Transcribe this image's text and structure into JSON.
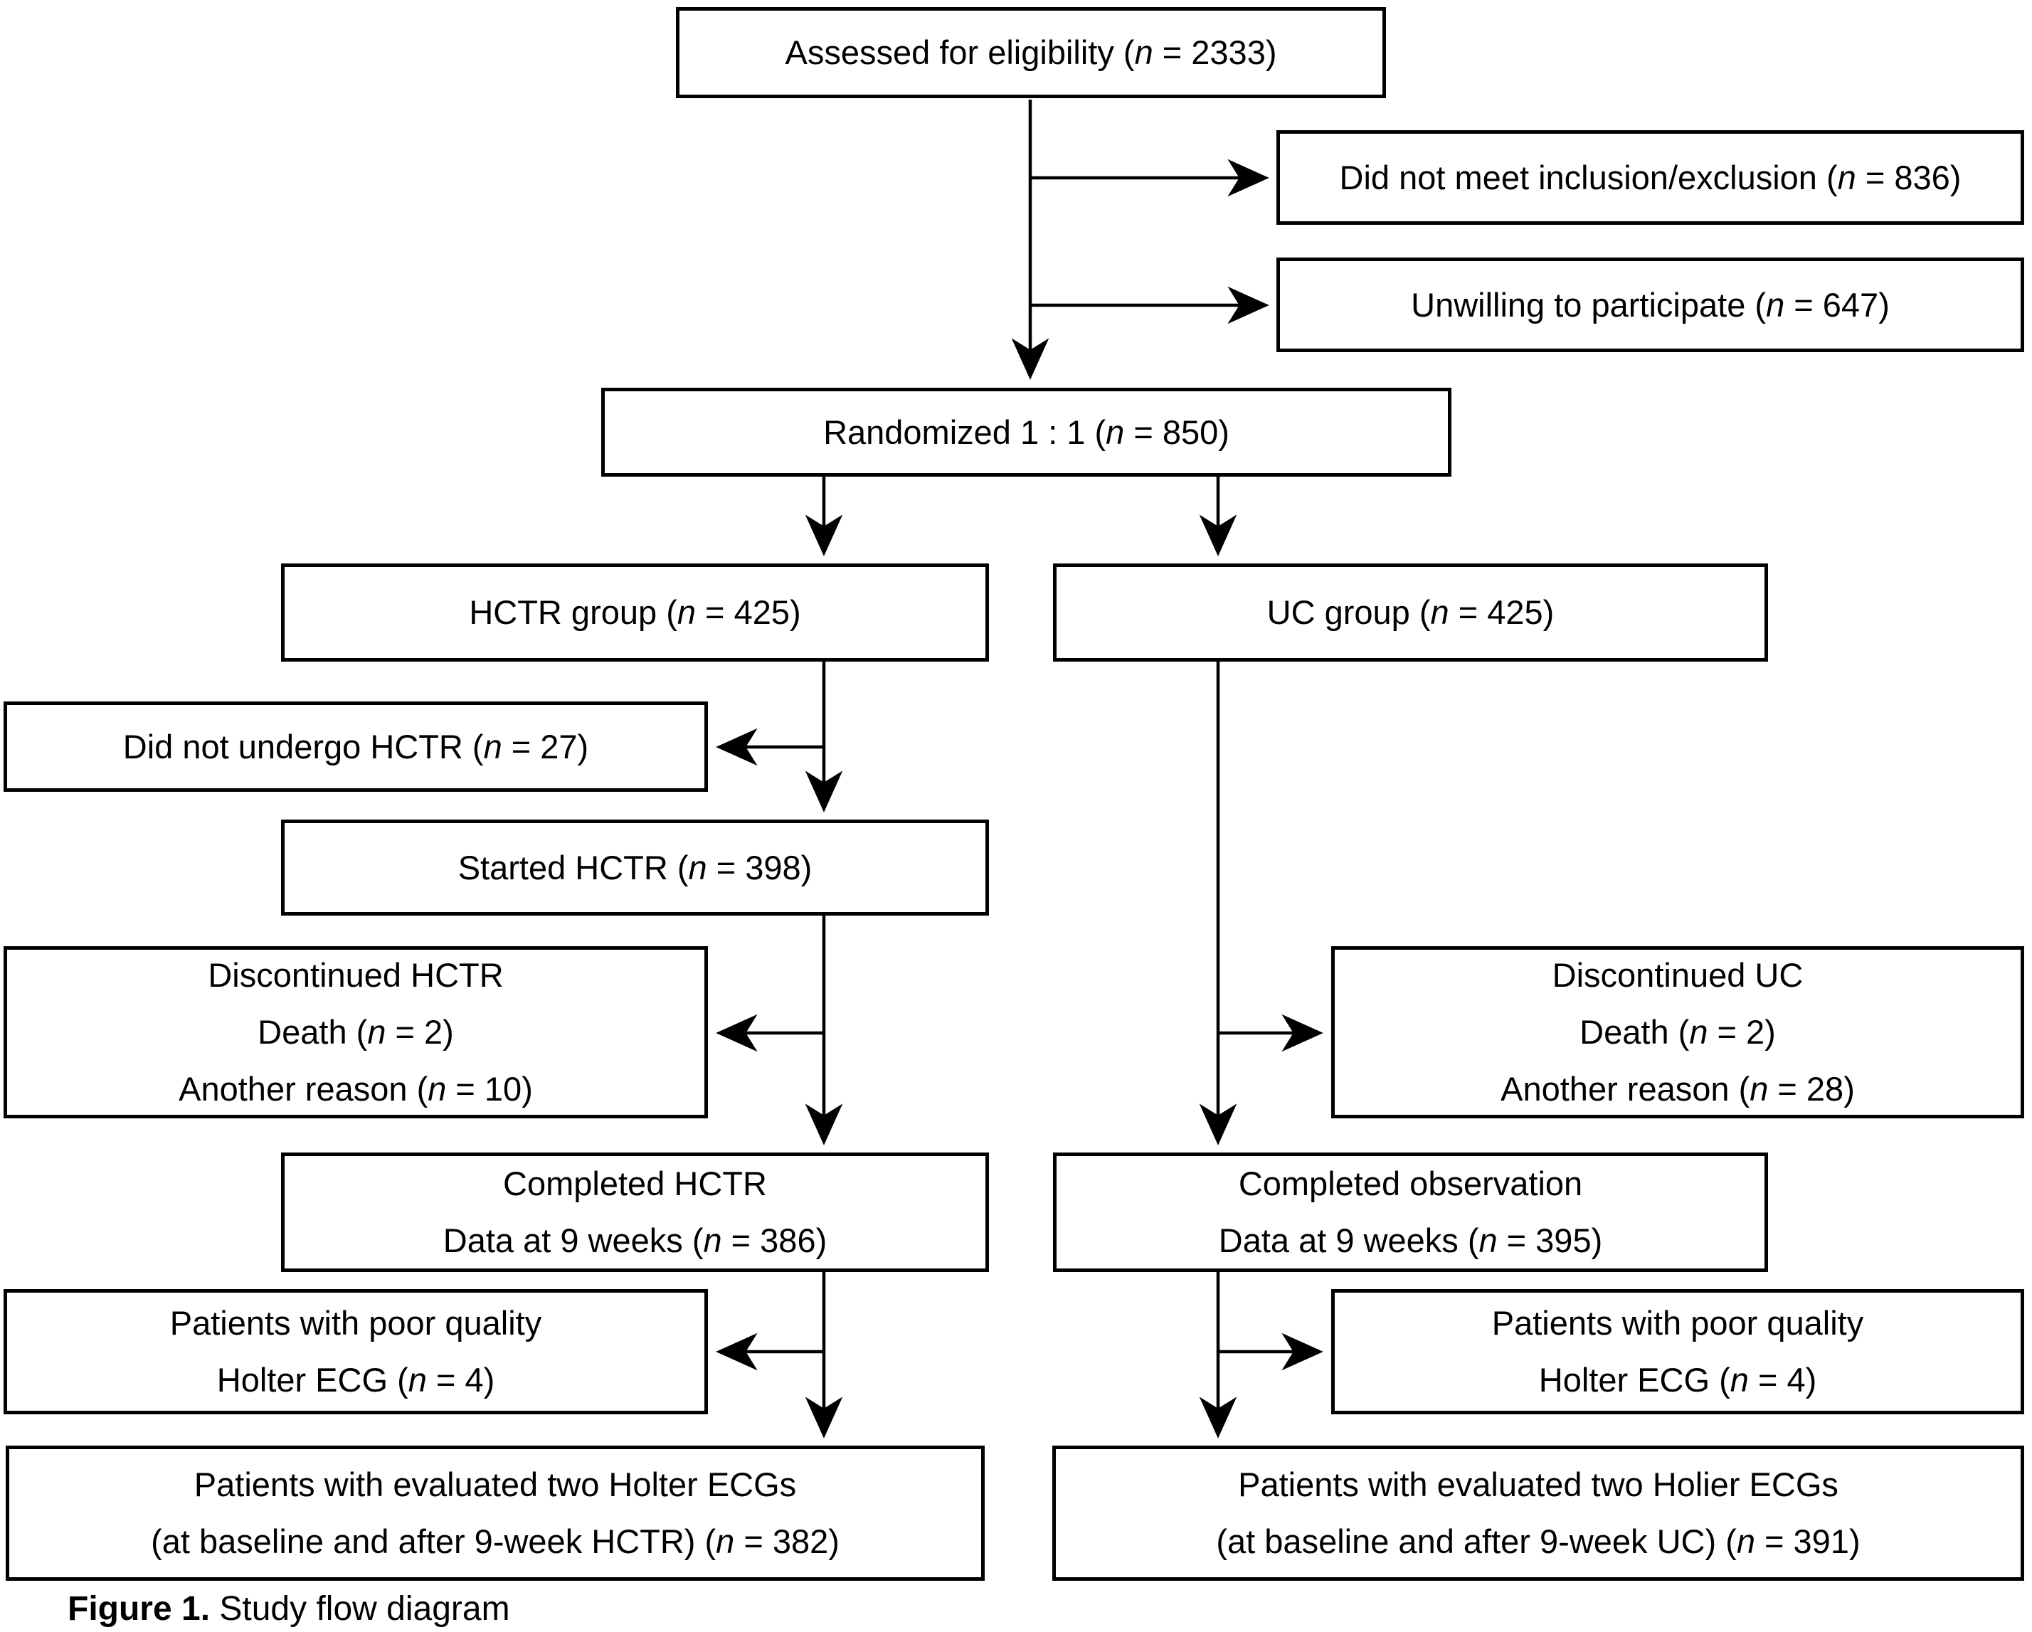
{
  "figure": {
    "caption": {
      "bold": "Figure 1.",
      "rest": " Study flow diagram"
    }
  },
  "colors": {
    "background": "#ffffff",
    "box_border": "#000000",
    "line": "#000000",
    "text": "#000000"
  },
  "boxes": {
    "assessed": {
      "lines": [
        {
          "pre": "Assessed for eligibility (",
          "var": "n",
          "post": " = 2333)"
        }
      ]
    },
    "not_meet": {
      "lines": [
        {
          "pre": "Did not meet inclusion/exclusion (",
          "var": "n",
          "post": " = 836)"
        }
      ]
    },
    "unwilling": {
      "lines": [
        {
          "pre": "Unwilling to participate (",
          "var": "n",
          "post": " = 647)"
        }
      ]
    },
    "randomized": {
      "lines": [
        {
          "pre": "Randomized 1 : 1 (",
          "var": "n",
          "post": " = 850)"
        }
      ]
    },
    "hctr_group": {
      "lines": [
        {
          "pre": "HCTR group (",
          "var": "n",
          "post": " = 425)"
        }
      ]
    },
    "uc_group": {
      "lines": [
        {
          "pre": "UC group (",
          "var": "n",
          "post": " = 425)"
        }
      ]
    },
    "no_hctr": {
      "lines": [
        {
          "pre": "Did not undergo HCTR (",
          "var": "n",
          "post": " = 27)"
        }
      ]
    },
    "started": {
      "lines": [
        {
          "pre": "Started HCTR (",
          "var": "n",
          "post": " = 398)"
        }
      ]
    },
    "disc_hctr": {
      "lines": [
        {
          "pre": "Discontinued HCTR",
          "var": "",
          "post": ""
        },
        {
          "pre": "Death (",
          "var": "n",
          "post": " = 2)"
        },
        {
          "pre": "Another reason (",
          "var": "n",
          "post": " = 10)"
        }
      ]
    },
    "completed_hctr": {
      "lines": [
        {
          "pre": "Completed HCTR",
          "var": "",
          "post": ""
        },
        {
          "pre": "Data at 9 weeks (",
          "var": "n",
          "post": " = 386)"
        }
      ]
    },
    "poor_left": {
      "lines": [
        {
          "pre": "Patients with poor quality",
          "var": "",
          "post": ""
        },
        {
          "pre": "Holter ECG (",
          "var": "n",
          "post": " = 4)"
        }
      ]
    },
    "final_left": {
      "lines": [
        {
          "pre": "Patients with evaluated two Holter ECGs",
          "var": "",
          "post": ""
        },
        {
          "pre": "(at baseline and after 9-week HCTR) (",
          "var": "n",
          "post": " = 382)"
        }
      ]
    },
    "disc_uc": {
      "lines": [
        {
          "pre": "Discontinued UC",
          "var": "",
          "post": ""
        },
        {
          "pre": "Death (",
          "var": "n",
          "post": " = 2)"
        },
        {
          "pre": "Another reason (",
          "var": "n",
          "post": " = 28)"
        }
      ]
    },
    "completed_obs": {
      "lines": [
        {
          "pre": "Completed observation",
          "var": "",
          "post": ""
        },
        {
          "pre": "Data at 9 weeks (",
          "var": "n",
          "post": " = 395)"
        }
      ]
    },
    "poor_right": {
      "lines": [
        {
          "pre": "Patients with poor quality",
          "var": "",
          "post": ""
        },
        {
          "pre": "Holter ECG (",
          "var": "n",
          "post": " = 4)"
        }
      ]
    },
    "final_right": {
      "lines": [
        {
          "pre": "Patients with evaluated two Holier ECGs",
          "var": "",
          "post": ""
        },
        {
          "pre": "(at baseline and after 9-week UC) (",
          "var": "n",
          "post": " = 391)"
        }
      ]
    }
  }
}
